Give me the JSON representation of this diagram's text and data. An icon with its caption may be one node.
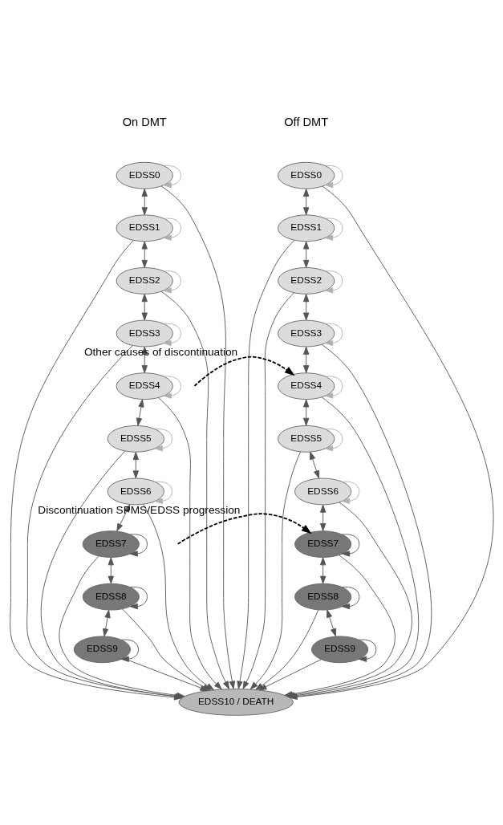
{
  "diagram": {
    "nodes": [
      {
        "text": [
          "EDSS0"
        ]
      },
      {
        "text": [
          "EDSS0"
        ]
      },
      {
        "text": [
          "EDSS1"
        ]
      },
      {
        "text": [
          "EDSS1"
        ]
      },
      {
        "text": [
          "EDSS2"
        ]
      },
      {
        "text": [
          "EDSS2"
        ]
      },
      {
        "text": [
          "EDSS3"
        ]
      },
      {
        "text": [
          "EDSS3"
        ]
      },
      {
        "text": [
          "EDSS4"
        ]
      },
      {
        "text": [
          "EDSS4"
        ]
      },
      {
        "text": [
          "EDSS5"
        ]
      },
      {
        "text": [
          "EDSS5"
        ]
      },
      {
        "text": [
          "EDSS6"
        ]
      },
      {
        "text": [
          "EDSS6"
        ]
      },
      {
        "text": [
          "EDSS7"
        ]
      },
      {
        "text": [
          "EDSS7"
        ]
      },
      {
        "text": [
          "EDSS8"
        ]
      },
      {
        "text": [
          "EDSS8"
        ]
      },
      {
        "text": [
          "EDSS9"
        ]
      },
      {
        "text": [
          "EDSS9"
        ]
      },
      {
        "text": [
          "EDSS10 / DEATH"
        ]
      }
    ],
    "edges": [
      {
        "from": 0,
        "to": 0,
        "arrow": "to",
        "color": "#b0b0b0"
      },
      {
        "from": 1,
        "to": 1,
        "arrow": "to",
        "color": "#b0b0b0"
      },
      {
        "from": 2,
        "to": 2,
        "arrow": "to",
        "color": "#b0b0b0"
      },
      {
        "from": 3,
        "to": 3,
        "arrow": "to",
        "color": "#b0b0b0"
      },
      {
        "from": 4,
        "to": 4,
        "arrow": "to",
        "color": "#b0b0b0"
      },
      {
        "from": 5,
        "to": 5,
        "arrow": "to",
        "color": "#b0b0b0"
      },
      {
        "from": 6,
        "to": 6,
        "arrow": "to",
        "color": "#b0b0b0"
      },
      {
        "from": 7,
        "to": 7,
        "arrow": "to",
        "color": "#b0b0b0"
      },
      {
        "from": 8,
        "to": 8,
        "arrow": "to",
        "color": "#b0b0b0"
      },
      {
        "from": 9,
        "to": 9,
        "arrow": "to",
        "color": "#b0b0b0"
      },
      {
        "from": 10,
        "to": 10,
        "arrow": "to",
        "color": "#b0b0b0"
      },
      {
        "from": 11,
        "to": 11,
        "arrow": "to",
        "color": "#b0b0b0"
      },
      {
        "from": 12,
        "to": 12,
        "arrow": "to",
        "color": "#b0b0b0"
      },
      {
        "from": 13,
        "to": 13,
        "arrow": "to",
        "color": "#b0b0b0"
      },
      {
        "from": 14,
        "to": 14,
        "arrow": "to"
      },
      {
        "from": 15,
        "to": 15,
        "arrow": "to"
      },
      {
        "from": 16,
        "to": 16,
        "arrow": "to"
      },
      {
        "from": 17,
        "to": 17,
        "arrow": "to"
      },
      {
        "from": 18,
        "to": 18,
        "arrow": "to"
      },
      {
        "from": 19,
        "to": 19,
        "arrow": "to"
      },
      {
        "from": 0,
        "to": 2,
        "arrow": "both"
      },
      {
        "from": 1,
        "to": 3,
        "arrow": "both"
      },
      {
        "from": 2,
        "to": 4,
        "arrow": "both"
      },
      {
        "from": 3,
        "to": 5,
        "arrow": "both"
      },
      {
        "from": 4,
        "to": 6,
        "arrow": "both"
      },
      {
        "from": 5,
        "to": 7,
        "arrow": "both"
      },
      {
        "from": 6,
        "to": 8,
        "arrow": "both"
      },
      {
        "from": 7,
        "to": 9,
        "arrow": "both"
      },
      {
        "from": 8,
        "to": 10,
        "arrow": "both"
      },
      {
        "from": 9,
        "to": 11,
        "arrow": "both"
      },
      {
        "from": 10,
        "to": 12,
        "arrow": "both"
      },
      {
        "from": 11,
        "to": 13,
        "arrow": "both"
      },
      {
        "from": 12,
        "to": 14,
        "arrow": "both"
      },
      {
        "from": 13,
        "to": 15,
        "arrow": "both"
      },
      {
        "from": 14,
        "to": 16,
        "arrow": "both"
      },
      {
        "from": 15,
        "to": 17,
        "arrow": "both"
      },
      {
        "from": 16,
        "to": 18,
        "arrow": "both"
      },
      {
        "from": 17,
        "to": 19,
        "arrow": "both"
      },
      {
        "from": 0,
        "to": 20,
        "arrow": "to"
      },
      {
        "from": 1,
        "to": 20,
        "arrow": "to"
      },
      {
        "from": 2,
        "to": 20,
        "arrow": "to"
      },
      {
        "from": 3,
        "to": 20,
        "arrow": "to"
      },
      {
        "from": 4,
        "to": 20,
        "arrow": "to"
      },
      {
        "from": 5,
        "to": 20,
        "arrow": "to"
      },
      {
        "from": 6,
        "to": 20,
        "arrow": "to"
      },
      {
        "from": 7,
        "to": 20,
        "arrow": "to"
      },
      {
        "from": 8,
        "to": 20,
        "arrow": "to"
      },
      {
        "from": 9,
        "to": 20,
        "arrow": "to"
      },
      {
        "from": 10,
        "to": 20,
        "arrow": "to"
      },
      {
        "from": 11,
        "to": 20,
        "arrow": "to"
      },
      {
        "from": 12,
        "to": 20,
        "arrow": "to"
      },
      {
        "from": 13,
        "to": 20,
        "arrow": "to"
      },
      {
        "from": 14,
        "to": 20,
        "arrow": "to"
      },
      {
        "from": 15,
        "to": 20,
        "arrow": "to"
      },
      {
        "from": 16,
        "to": 20,
        "arrow": "to"
      },
      {
        "from": 17,
        "to": 20,
        "arrow": "to"
      },
      {
        "from": 18,
        "to": 20,
        "arrow": "to"
      },
      {
        "from": 19,
        "to": 20,
        "arrow": "to"
      },
      {
        "from": null,
        "to": 9,
        "arrow": "to",
        "label": "Other causes of discontinuation",
        "style": "dashed",
        "color": "#000000"
      },
      {
        "from": null,
        "to": 15,
        "arrow": "to",
        "label": "Discontinuation SPMS/EDSS progression",
        "style": "dashed",
        "color": "#000000"
      }
    ],
    "labels": [
      "On DMT",
      "Off DMT"
    ]
  }
}
